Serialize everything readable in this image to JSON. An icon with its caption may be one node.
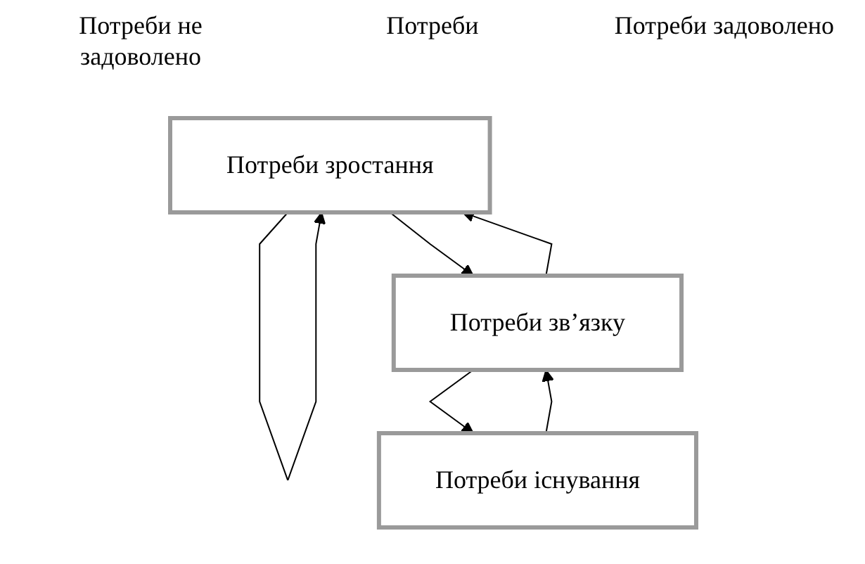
{
  "diagram": {
    "nodes": [
      {
        "text": [
          "Потреби зростання"
        ]
      },
      {
        "text": [
          "Потреби зв’язку"
        ]
      },
      {
        "text": [
          "Потреби існування"
        ]
      }
    ],
    "edges": [
      {
        "from": 0,
        "to": 0,
        "arrow": "to"
      },
      {
        "from": 0,
        "to": 1,
        "arrow": "to"
      },
      {
        "from": 1,
        "to": 0,
        "arrow": "to"
      },
      {
        "from": 1,
        "to": 2,
        "arrow": "to"
      },
      {
        "from": 2,
        "to": 1,
        "arrow": "to"
      }
    ],
    "labels": [
      "Потреби не задоволено",
      "Потреби",
      "Потреби задоволено"
    ]
  }
}
